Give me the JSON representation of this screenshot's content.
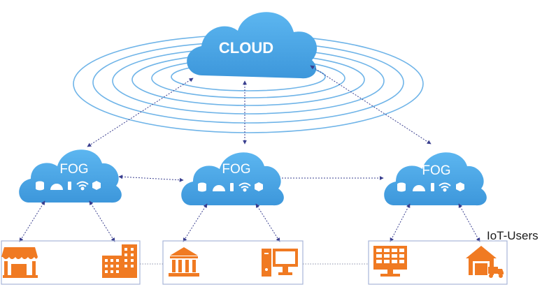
{
  "cloud": {
    "label": "CLOUD",
    "color": "#4aa6e6"
  },
  "fog_nodes": [
    {
      "label": "FOG",
      "icons": [
        "database-icon",
        "dome-icon",
        "sensor-icon",
        "wifi-icon",
        "hexagon-icon"
      ]
    },
    {
      "label": "FOG",
      "icons": [
        "database-icon",
        "dome-icon",
        "sensor-icon",
        "wifi-icon",
        "hexagon-icon"
      ]
    },
    {
      "label": "FOG",
      "icons": [
        "database-icon",
        "dome-icon",
        "sensor-icon",
        "wifi-icon",
        "hexagon-icon"
      ]
    }
  ],
  "iot_label": "IoT-Users",
  "device_groups": [
    {
      "icons": [
        "store-icon",
        "office-building-icon"
      ]
    },
    {
      "icons": [
        "bank-icon",
        "desktop-computer-icon"
      ]
    },
    {
      "icons": [
        "monitor-grid-icon",
        "warehouse-truck-icon"
      ]
    }
  ],
  "colors": {
    "device_orange": "#f07a22",
    "ellipse_blue": "#6fb4e8",
    "arrow_navy": "#3a3f8f",
    "box_border": "#a8b6d8"
  }
}
